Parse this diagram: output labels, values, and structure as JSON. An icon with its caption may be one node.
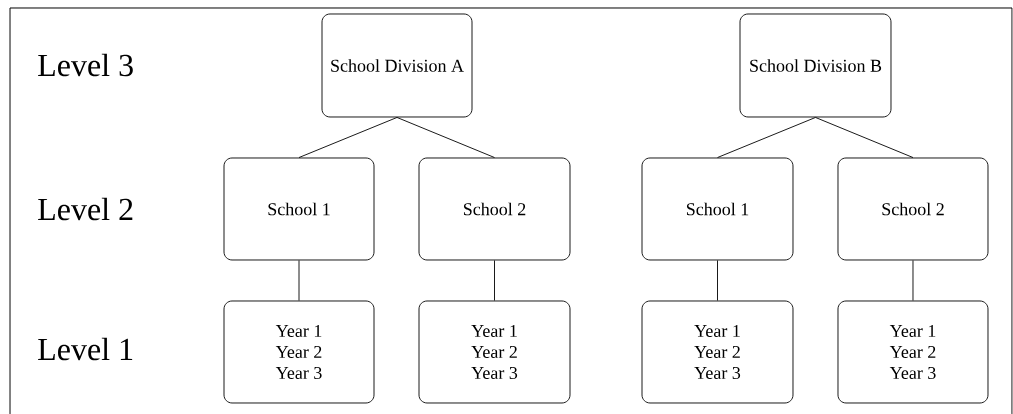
{
  "diagram": {
    "nodes": [
      {
        "text": [
          "School Division A"
        ]
      },
      {
        "text": [
          "School 1"
        ]
      },
      {
        "text": [
          "School 2"
        ]
      },
      {
        "text": [
          "Year 1",
          "Year 2",
          "Year 3"
        ]
      },
      {
        "text": [
          "Year 1",
          "Year 2",
          "Year 3"
        ]
      },
      {
        "text": [
          "School Division B"
        ]
      },
      {
        "text": [
          "School 1"
        ]
      },
      {
        "text": [
          "School 2"
        ]
      },
      {
        "text": [
          "Year 1",
          "Year 2",
          "Year 3"
        ]
      },
      {
        "text": [
          "Year 1",
          "Year 2",
          "Year 3"
        ]
      }
    ],
    "edges": [
      {
        "from": 0,
        "to": 1,
        "arrow": "none"
      },
      {
        "from": 0,
        "to": 2,
        "arrow": "none"
      },
      {
        "from": 1,
        "to": 3,
        "arrow": "none"
      },
      {
        "from": 2,
        "to": 4,
        "arrow": "none"
      },
      {
        "from": 5,
        "to": 6,
        "arrow": "none"
      },
      {
        "from": 5,
        "to": 7,
        "arrow": "none"
      },
      {
        "from": 6,
        "to": 8,
        "arrow": "none"
      },
      {
        "from": 7,
        "to": 9,
        "arrow": "none"
      }
    ],
    "labels": [
      "Level 3",
      "Level 2",
      "Level 1"
    ]
  }
}
